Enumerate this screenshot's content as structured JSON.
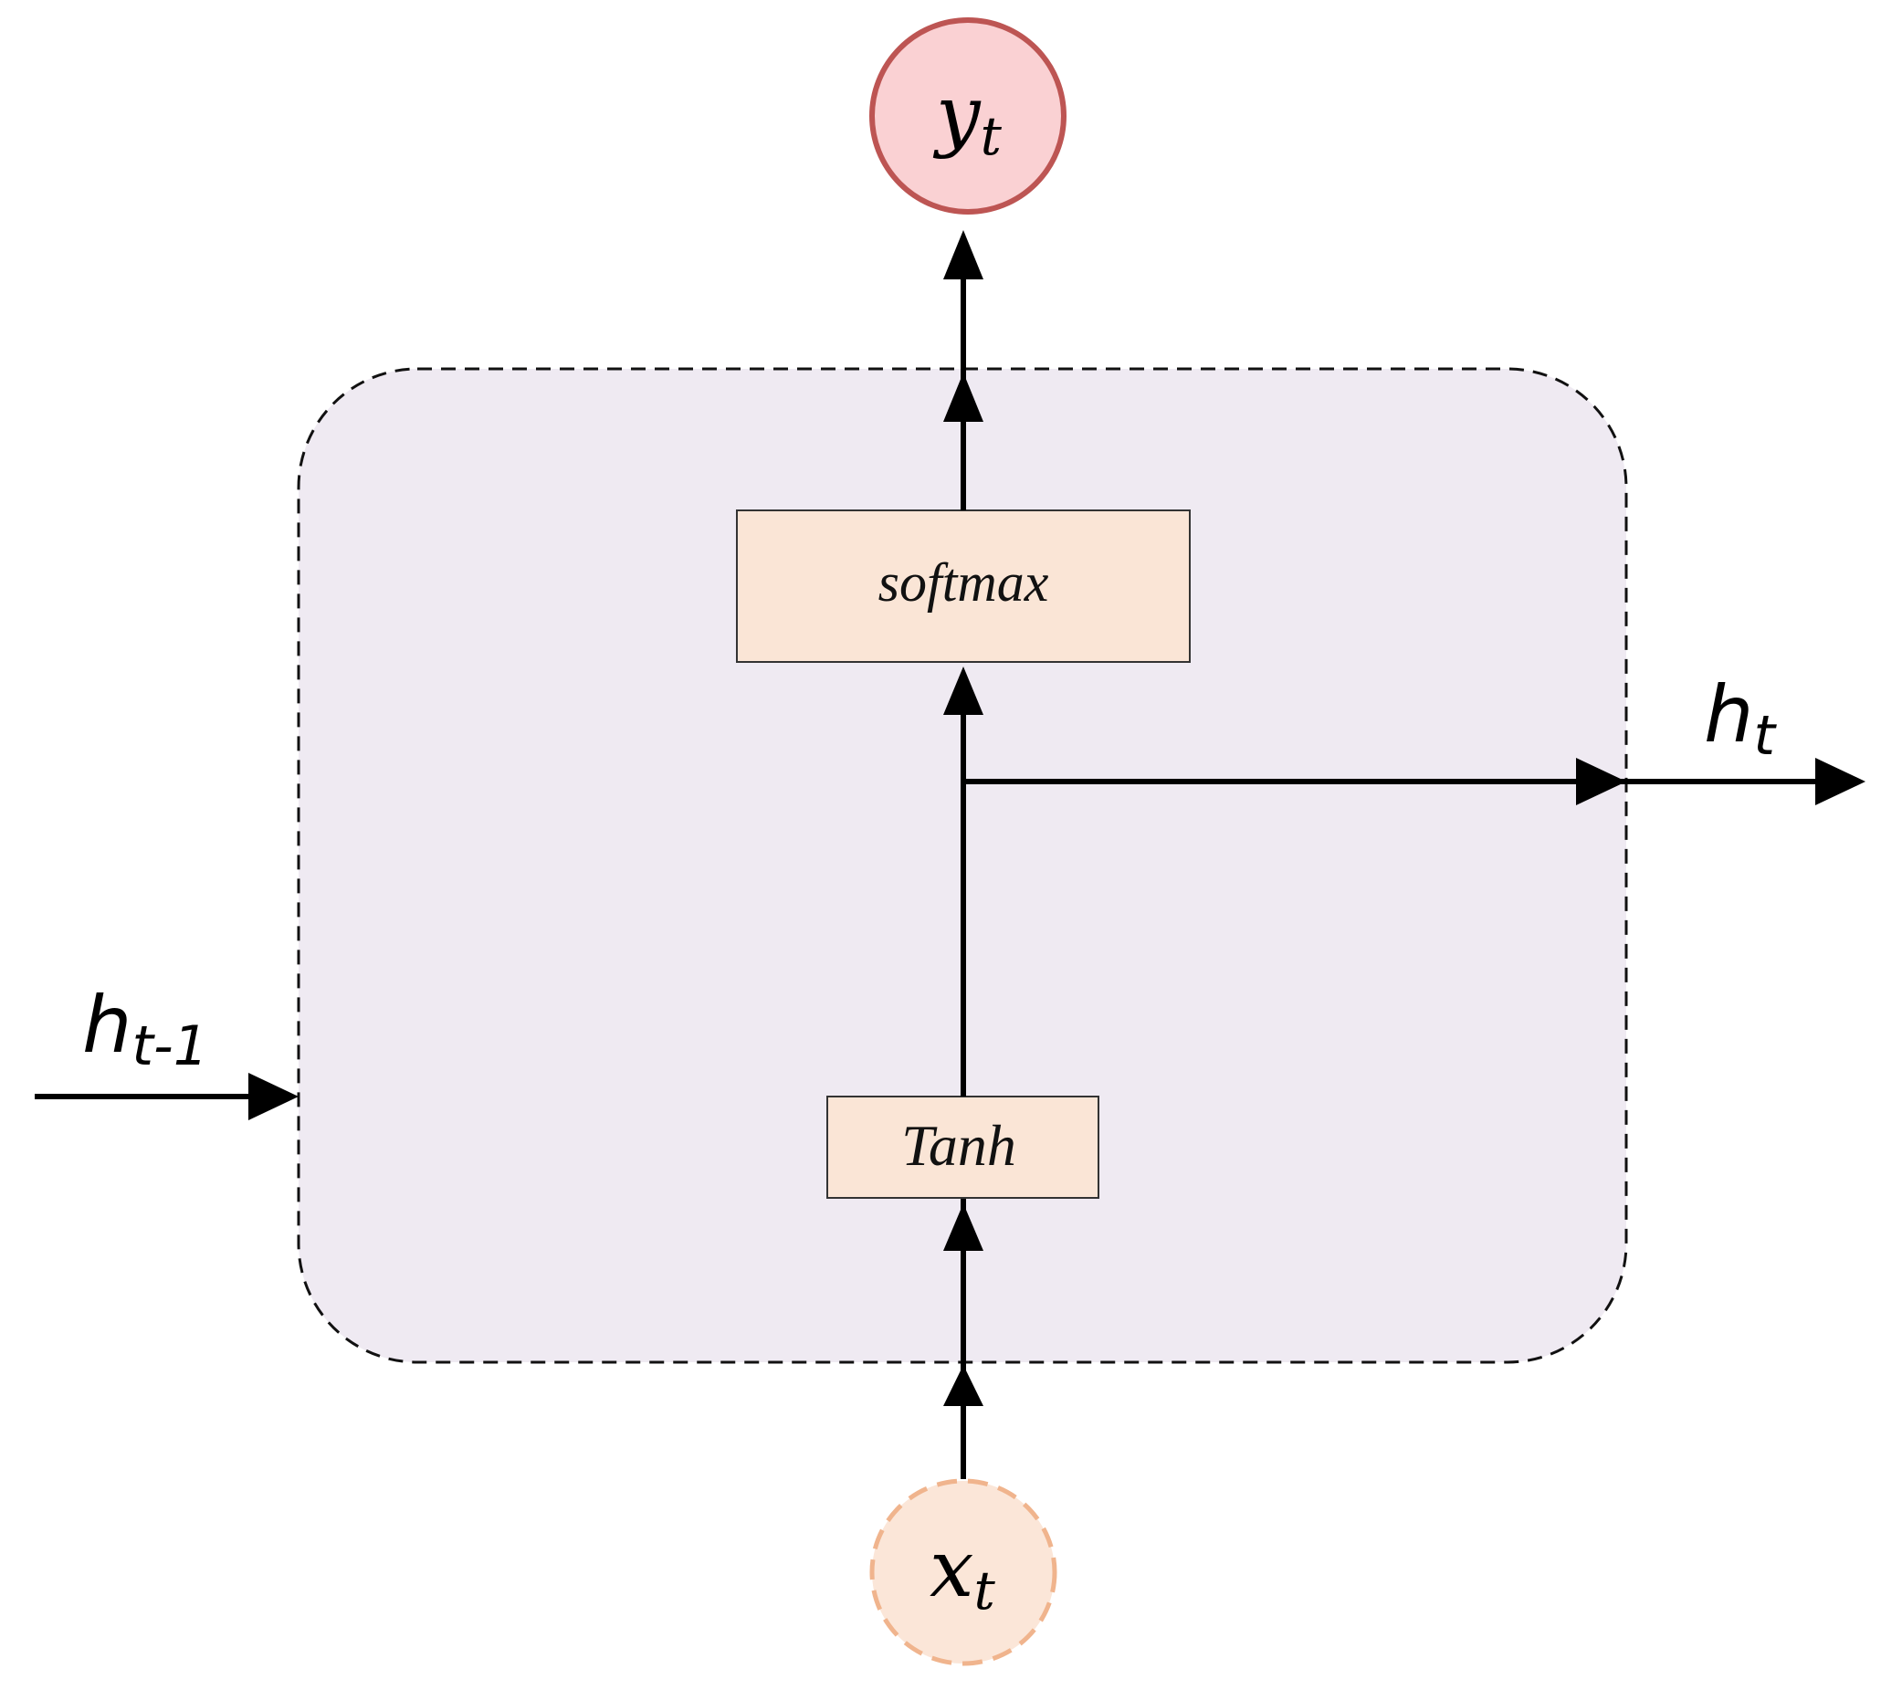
{
  "colors": {
    "cell_fill": "#efeaf2",
    "box_fill": "#fae5d6",
    "output_fill": "#fad1d3",
    "output_stroke": "#bd5553",
    "input_fill": "#fbe6d8",
    "input_stroke": "#f0b48d",
    "line": "#000000"
  },
  "nodes": {
    "output": {
      "base": "y",
      "sub": "t"
    },
    "input": {
      "base": "x",
      "sub": "t"
    },
    "softmax": {
      "label": "softmax"
    },
    "tanh": {
      "label": "Tanh"
    }
  },
  "edges": {
    "hidden_out": {
      "base": "h",
      "sub": "t"
    },
    "hidden_in": {
      "base": "h",
      "sub": "t-1"
    }
  }
}
